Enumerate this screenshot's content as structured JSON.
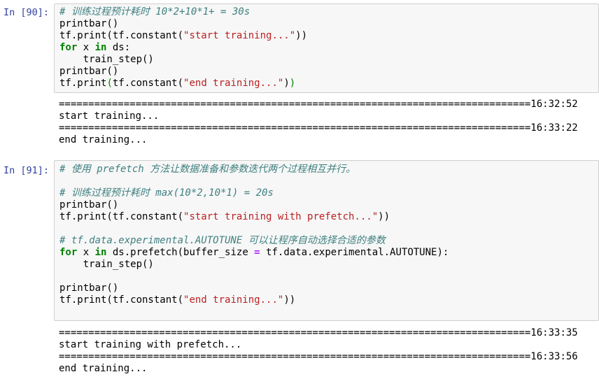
{
  "cells": [
    {
      "prompt": "In [90]:",
      "code": [
        {
          "tokens": [
            {
              "t": "# 训练过程预计耗时 10*2+10*1+ = 30s",
              "c": "cm-comment"
            }
          ]
        },
        {
          "tokens": [
            {
              "t": "printbar()",
              "c": ""
            }
          ]
        },
        {
          "tokens": [
            {
              "t": "tf.print(tf.constant(",
              "c": ""
            },
            {
              "t": "\"start training...\"",
              "c": "cm-string"
            },
            {
              "t": "))",
              "c": ""
            }
          ]
        },
        {
          "tokens": [
            {
              "t": "for",
              "c": "cm-keyword"
            },
            {
              "t": " x ",
              "c": ""
            },
            {
              "t": "in",
              "c": "cm-keyword"
            },
            {
              "t": " ds:",
              "c": ""
            }
          ]
        },
        {
          "tokens": [
            {
              "t": "    train_step()",
              "c": ""
            }
          ]
        },
        {
          "tokens": [
            {
              "t": "printbar()",
              "c": ""
            }
          ]
        },
        {
          "tokens": [
            {
              "t": "tf.print",
              "c": ""
            },
            {
              "t": "(",
              "c": "cm-bracket-match"
            },
            {
              "t": "tf.constant(",
              "c": ""
            },
            {
              "t": "\"end training...\"",
              "c": "cm-string"
            },
            {
              "t": ")",
              "c": ""
            },
            {
              "t": ")",
              "c": "cm-bracket-match"
            }
          ]
        }
      ],
      "output": [
        "================================================================================16:32:52",
        "start training...",
        "================================================================================16:33:22",
        "end training..."
      ]
    },
    {
      "prompt": "In [91]:",
      "code": [
        {
          "tokens": [
            {
              "t": "# 使用 prefetch 方法让数据准备和参数迭代两个过程相互并行。",
              "c": "cm-comment"
            }
          ]
        },
        {
          "tokens": [
            {
              "t": "",
              "c": ""
            }
          ]
        },
        {
          "tokens": [
            {
              "t": "# 训练过程预计耗时 max(10*2,10*1) = 20s",
              "c": "cm-comment"
            }
          ]
        },
        {
          "tokens": [
            {
              "t": "printbar()",
              "c": ""
            }
          ]
        },
        {
          "tokens": [
            {
              "t": "tf.print(tf.constant(",
              "c": ""
            },
            {
              "t": "\"start training with prefetch...\"",
              "c": "cm-string"
            },
            {
              "t": "))",
              "c": ""
            }
          ]
        },
        {
          "tokens": [
            {
              "t": "",
              "c": ""
            }
          ]
        },
        {
          "tokens": [
            {
              "t": "# tf.data.experimental.AUTOTUNE 可以让程序自动选择合适的参数",
              "c": "cm-comment"
            }
          ]
        },
        {
          "tokens": [
            {
              "t": "for",
              "c": "cm-keyword"
            },
            {
              "t": " x ",
              "c": ""
            },
            {
              "t": "in",
              "c": "cm-keyword"
            },
            {
              "t": " ds.prefetch(buffer_size ",
              "c": ""
            },
            {
              "t": "=",
              "c": "cm-op"
            },
            {
              "t": " tf.data.experimental.AUTOTUNE):",
              "c": ""
            }
          ]
        },
        {
          "tokens": [
            {
              "t": "    train_step()",
              "c": ""
            }
          ]
        },
        {
          "tokens": [
            {
              "t": "",
              "c": ""
            }
          ]
        },
        {
          "tokens": [
            {
              "t": "printbar()",
              "c": ""
            }
          ]
        },
        {
          "tokens": [
            {
              "t": "tf.print(tf.constant(",
              "c": ""
            },
            {
              "t": "\"end training...\"",
              "c": "cm-string"
            },
            {
              "t": "))",
              "c": ""
            }
          ]
        },
        {
          "tokens": [
            {
              "t": "",
              "c": ""
            }
          ]
        }
      ],
      "output": [
        "================================================================================16:33:35",
        "start training with prefetch...",
        "================================================================================16:33:56",
        "end training..."
      ]
    }
  ]
}
